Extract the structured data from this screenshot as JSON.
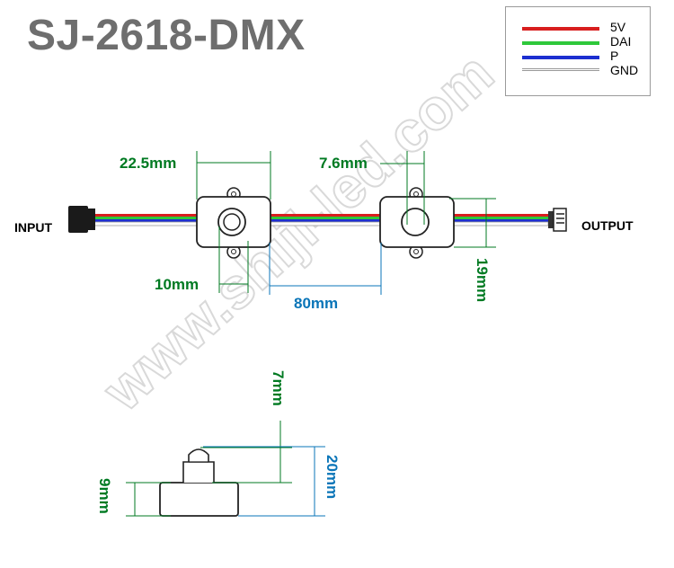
{
  "title": "SJ-2618-DMX",
  "legend": [
    {
      "label": "5V",
      "color": "#d81e1e"
    },
    {
      "label": "DAI",
      "color": "#2ec83a"
    },
    {
      "label": "P",
      "color": "#1c2fd0"
    },
    {
      "label": "GND",
      "color": "#b5b5b5"
    }
  ],
  "io": {
    "input": "INPUT",
    "output": "OUTPUT"
  },
  "dimensions": {
    "width": "22.5mm",
    "lens": "7.6mm",
    "hole": "10mm",
    "spacing": "80mm",
    "height": "19mm",
    "lens_height": "7mm",
    "total_height": "20mm",
    "body_height": "9mm"
  },
  "watermark": "www.shiji-led.com",
  "colors": {
    "green_dim": "#007a22",
    "blue_dim": "#0a75b8"
  }
}
